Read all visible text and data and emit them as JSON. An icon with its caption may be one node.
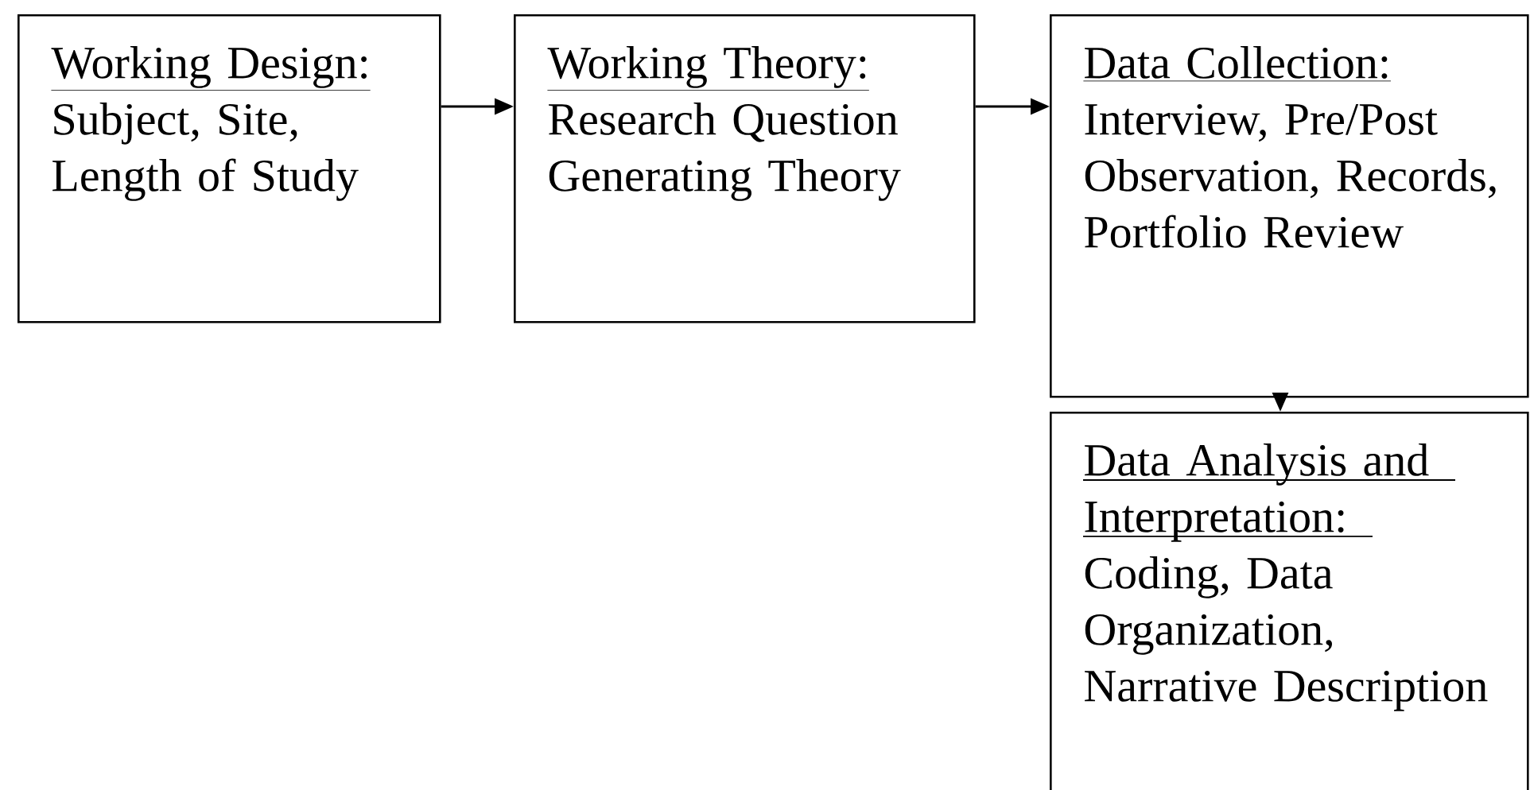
{
  "diagram": {
    "nodes": [
      {
        "text": [
          "Working Design:",
          "Subject, Site, Length of Study"
        ]
      },
      {
        "text": [
          "Working Theory:",
          "Research Question Generating Theory"
        ]
      },
      {
        "text": [
          "Data Collection:",
          "Interview, Pre/Post Observation, Records, Portfolio Review"
        ]
      },
      {
        "text": [
          "Data Analysis and Interpretation:",
          "Coding, Data Organization, Narrative Description"
        ]
      }
    ],
    "edges": [
      {
        "from": 0,
        "to": 1,
        "arrow": "to"
      },
      {
        "from": 1,
        "to": 2,
        "arrow": "to"
      },
      {
        "from": 2,
        "to": 3,
        "arrow": "to"
      }
    ]
  }
}
